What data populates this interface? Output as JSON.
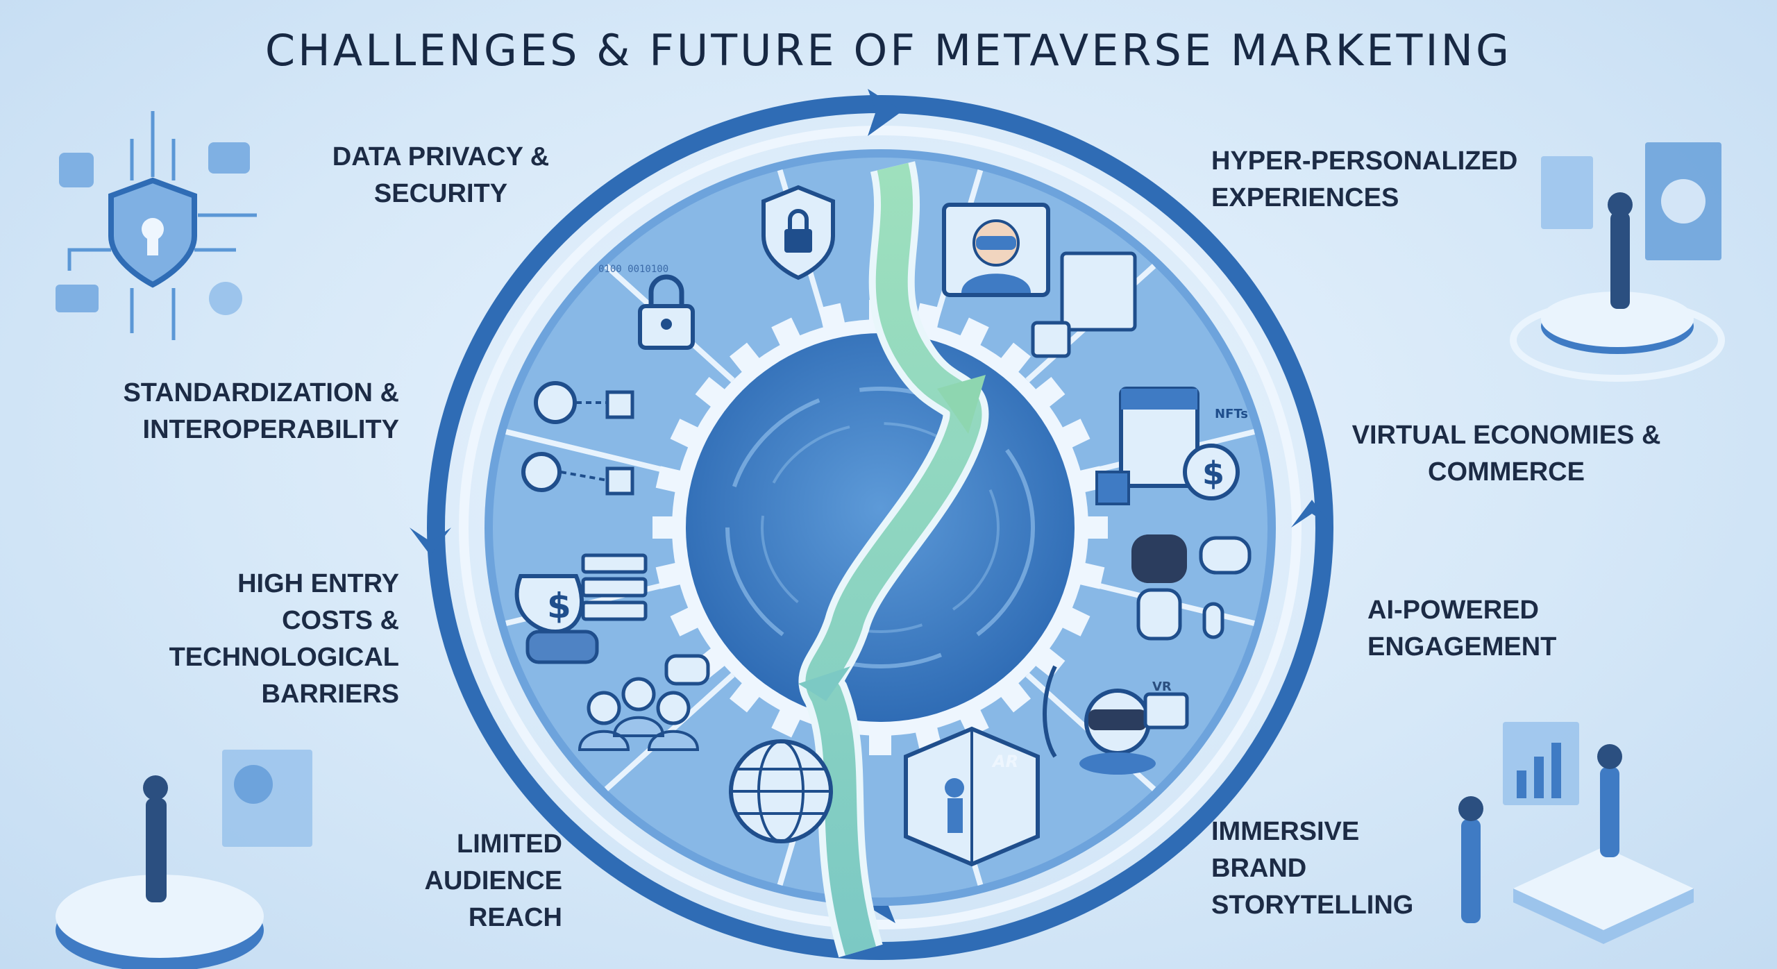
{
  "title": "CHALLENGES & FUTURE OF METAVERSE MARKETING",
  "challenges": [
    {
      "label": "DATA PRIVACY &\nSECURITY",
      "icon": "shield-lock-icon"
    },
    {
      "label": "STANDARDIZATION &\nINTEROPERABILITY",
      "icon": "gears-network-icon"
    },
    {
      "label": "HIGH ENTRY\nCOSTS &\nTECHNOLOGICAL\nBARRIERS",
      "icon": "money-vr-server-icon"
    },
    {
      "label": "LIMITED\nAUDIENCE\nREACH",
      "icon": "globe-network-icon"
    }
  ],
  "future": [
    {
      "label": "HYPER-PERSONALIZED\nEXPERIENCES",
      "icon": "vr-avatar-profile-icon"
    },
    {
      "label": "VIRTUAL ECONOMIES &\nCOMMERCE",
      "icon": "nft-store-icon"
    },
    {
      "label": "AI-POWERED\nENGAGEMENT",
      "icon": "ai-robot-chat-icon"
    },
    {
      "label": "IMMERSIVE\nBRAND\nSTORYTELLING",
      "icon": "ar-room-icon"
    }
  ],
  "segment_icons": {
    "nfts_text": "NFTs",
    "vr_text": "VR",
    "ar_text": "AR",
    "dollar_text": "$",
    "binary_text": "0100 0010100"
  },
  "colors": {
    "background": "#d6e8f8",
    "ring_dark": "#2f6cb5",
    "ring_mid": "#5b97d6",
    "segment_fill": "#7fb0e3",
    "flow_arrow": "#8ed6b0",
    "text": "#1c2b45"
  }
}
